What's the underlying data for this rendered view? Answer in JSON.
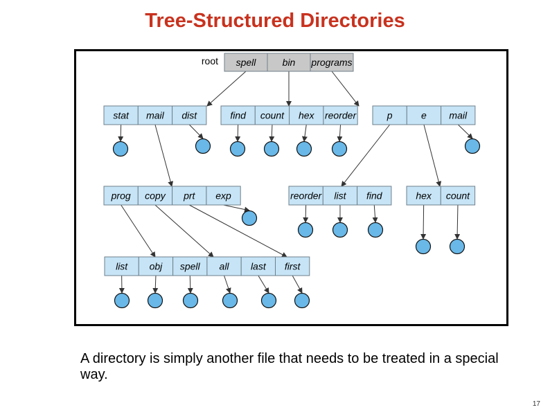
{
  "slide": {
    "title": "Tree-Structured Directories",
    "caption": "A directory is simply another file that needs to be treated in a special way.",
    "page_number": "17"
  },
  "colors": {
    "title": "#c8321e",
    "box_fill": "#c6e4f6",
    "box_border": "#6f7f8a",
    "root_fill": "#c8c8c8",
    "file_fill": "#69b8e8",
    "edge": "#333333"
  },
  "diagram": {
    "root_label": "root",
    "directories": [
      {
        "id": "root",
        "entries": [
          "spell",
          "bin",
          "programs"
        ]
      },
      {
        "id": "d1",
        "entries": [
          "stat",
          "mail",
          "dist"
        ]
      },
      {
        "id": "d2",
        "entries": [
          "find",
          "count",
          "hex",
          "reorder"
        ]
      },
      {
        "id": "d3",
        "entries": [
          "p",
          "e",
          "mail"
        ]
      },
      {
        "id": "d4",
        "entries": [
          "prog",
          "copy",
          "prt",
          "exp"
        ]
      },
      {
        "id": "d5",
        "entries": [
          "reorder",
          "list",
          "find"
        ]
      },
      {
        "id": "d6",
        "entries": [
          "hex",
          "count"
        ]
      },
      {
        "id": "d7",
        "entries": [
          "list",
          "obj",
          "spell",
          "all",
          "last",
          "first"
        ]
      }
    ],
    "links": [
      {
        "from": "root.spell",
        "to": "d1"
      },
      {
        "from": "root.bin",
        "to": "d2"
      },
      {
        "from": "root.programs",
        "to": "d3"
      },
      {
        "from": "d1.stat",
        "to": "file"
      },
      {
        "from": "d1.mail",
        "to": "d4"
      },
      {
        "from": "d1.dist",
        "to": "file"
      },
      {
        "from": "d2.find",
        "to": "file"
      },
      {
        "from": "d2.count",
        "to": "file"
      },
      {
        "from": "d2.hex",
        "to": "file"
      },
      {
        "from": "d2.reorder",
        "to": "file"
      },
      {
        "from": "d3.p",
        "to": "d5"
      },
      {
        "from": "d3.e",
        "to": "d6"
      },
      {
        "from": "d3.mail",
        "to": "file"
      },
      {
        "from": "d4.prog",
        "to": "d7.obj"
      },
      {
        "from": "d4.copy",
        "to": "d7.all"
      },
      {
        "from": "d4.prt",
        "to": "d7.first"
      },
      {
        "from": "d4.exp",
        "to": "file"
      },
      {
        "from": "d5.reorder",
        "to": "file"
      },
      {
        "from": "d5.list",
        "to": "file"
      },
      {
        "from": "d5.find",
        "to": "file"
      },
      {
        "from": "d6.hex",
        "to": "file"
      },
      {
        "from": "d6.count",
        "to": "file"
      },
      {
        "from": "d7.list",
        "to": "file"
      },
      {
        "from": "d7.obj",
        "to": "file"
      },
      {
        "from": "d7.spell",
        "to": "file"
      },
      {
        "from": "d7.all",
        "to": "file"
      },
      {
        "from": "d7.last",
        "to": "file"
      },
      {
        "from": "d7.first",
        "to": "file"
      }
    ]
  }
}
